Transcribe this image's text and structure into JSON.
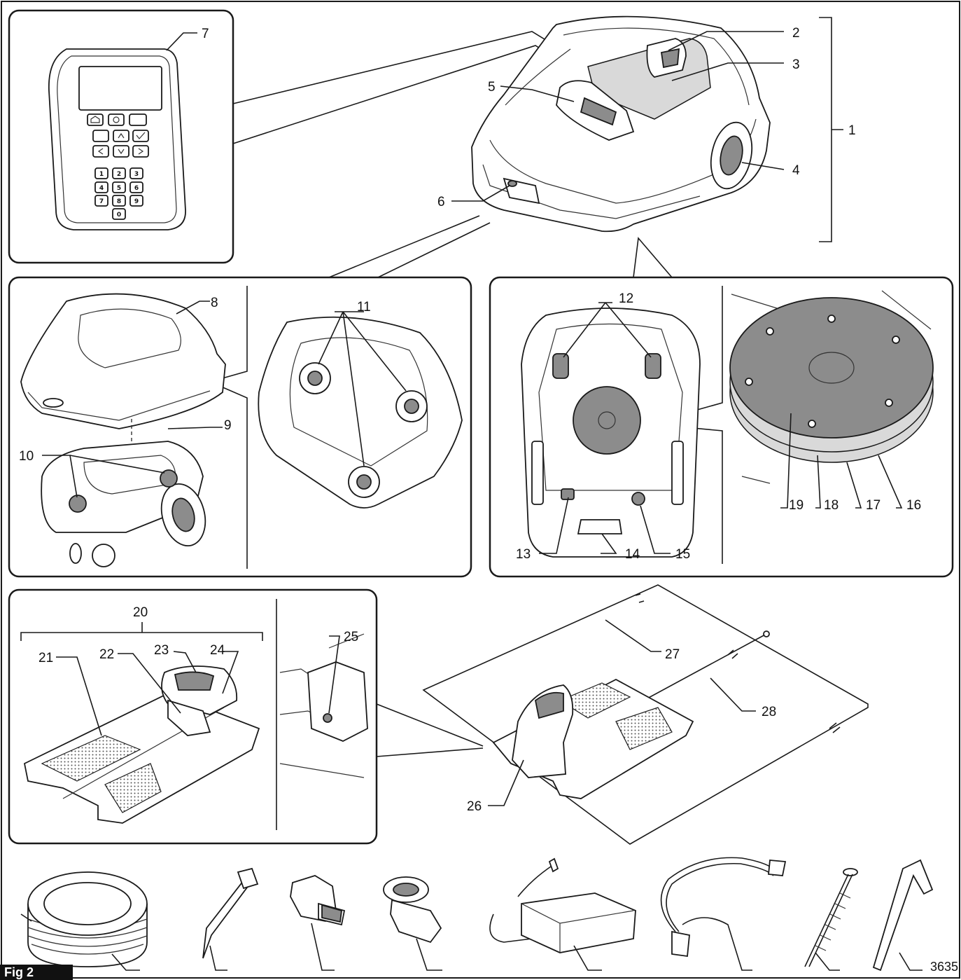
{
  "figure_label": "Fig 2",
  "figure_code": "3635",
  "callouts": {
    "c1": "1",
    "c2": "2",
    "c3": "3",
    "c4": "4",
    "c5": "5",
    "c6": "6",
    "c7": "7",
    "c8": "8",
    "c9": "9",
    "c10": "10",
    "c11": "11",
    "c12": "12",
    "c13": "13",
    "c14": "14",
    "c15": "15",
    "c16": "16",
    "c17": "17",
    "c18": "18",
    "c19": "19",
    "c20": "20",
    "c21": "21",
    "c22": "22",
    "c23": "23",
    "c24": "24",
    "c25": "25",
    "c26": "26",
    "c27": "27",
    "c28": "28"
  },
  "keypad": {
    "numbers": [
      "1",
      "2",
      "3",
      "4",
      "5",
      "6",
      "7",
      "8",
      "9",
      "0"
    ]
  },
  "accessories": [
    "wire-spool",
    "wire-peg",
    "wire-connector",
    "coupler",
    "power-supply",
    "low-voltage-cable",
    "charging-station-screw",
    "hex-key"
  ]
}
